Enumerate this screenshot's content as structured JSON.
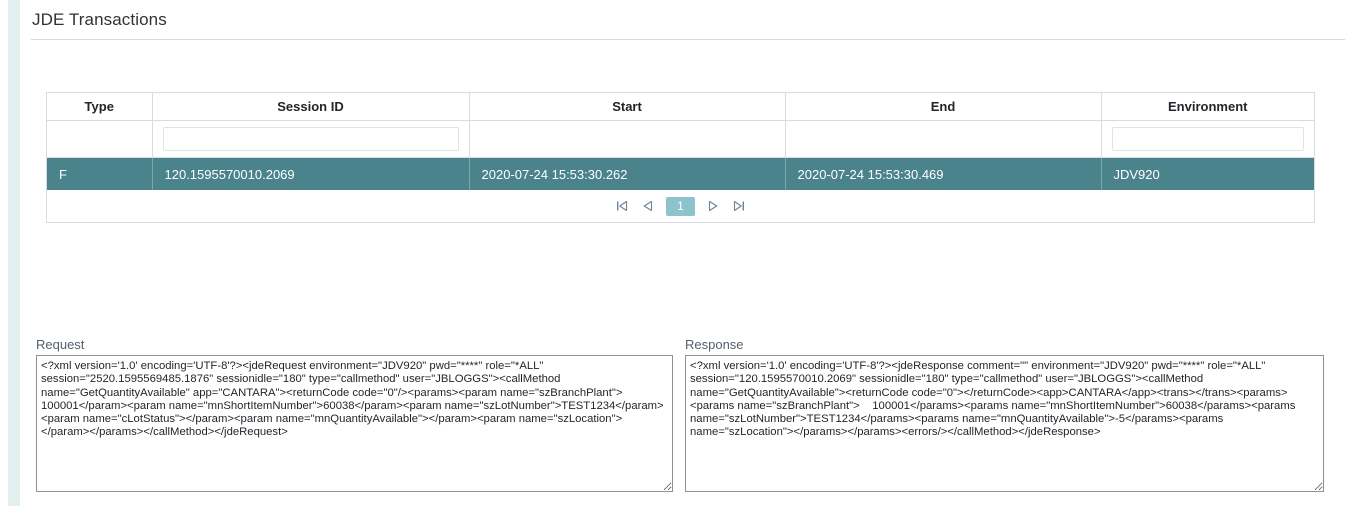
{
  "page": {
    "title": "JDE Transactions",
    "accent_color": "#4a838b",
    "pager_active_color": "#8cc3cc",
    "left_strip_color": "#e2f1ef"
  },
  "grid": {
    "columns": [
      {
        "key": "type",
        "label": "Type",
        "filterable": false
      },
      {
        "key": "session_id",
        "label": "Session ID",
        "filterable": true
      },
      {
        "key": "start",
        "label": "Start",
        "filterable": false
      },
      {
        "key": "end",
        "label": "End",
        "filterable": false
      },
      {
        "key": "environment",
        "label": "Environment",
        "filterable": true
      }
    ],
    "filters": {
      "session_id": "",
      "environment": ""
    },
    "rows": [
      {
        "selected": true,
        "type": "F",
        "session_id": "120.1595570010.2069",
        "start": "2020-07-24 15:53:30.262",
        "end": "2020-07-24 15:53:30.469",
        "environment": "JDV920"
      }
    ]
  },
  "pagination": {
    "first_icon": "first-page-icon",
    "prev_icon": "previous-page-icon",
    "next_icon": "next-page-icon",
    "last_icon": "last-page-icon",
    "current_page": "1"
  },
  "request": {
    "label": "Request",
    "value": "<?xml version='1.0' encoding='UTF-8'?><jdeRequest environment=\"JDV920\" pwd=\"****\" role=\"*ALL\" session=\"2520.1595569485.1876\" sessionidle=\"180\" type=\"callmethod\" user=\"JBLOGGS\"><callMethod name=\"GetQuantityAvailable\" app=\"CANTARA\"><returnCode code=\"0\"/><params><param name=\"szBranchPlant\">    100001</param><param name=\"mnShortItemNumber\">60038</param><param name=\"szLotNumber\">TEST1234</param><param name=\"cLotStatus\"></param><param name=\"mnQuantityAvailable\"></param><param name=\"szLocation\">            </param></params></callMethod></jdeRequest>"
  },
  "response": {
    "label": "Response",
    "value": "<?xml version='1.0' encoding='UTF-8'?><jdeResponse comment=\"\" environment=\"JDV920\" pwd=\"****\" role=\"*ALL\" session=\"120.1595570010.2069\" sessionidle=\"180\" type=\"callmethod\" user=\"JBLOGGS\"><callMethod name=\"GetQuantityAvailable\"><returnCode code=\"0\"></returnCode><app>CANTARA</app><trans></trans><params><params name=\"szBranchPlant\">    100001</params><params name=\"mnShortItemNumber\">60038</params><params name=\"szLotNumber\">TEST1234</params><params name=\"mnQuantityAvailable\">-5</params><params name=\"szLocation\"></params></params><errors/></callMethod></jdeResponse>"
  }
}
